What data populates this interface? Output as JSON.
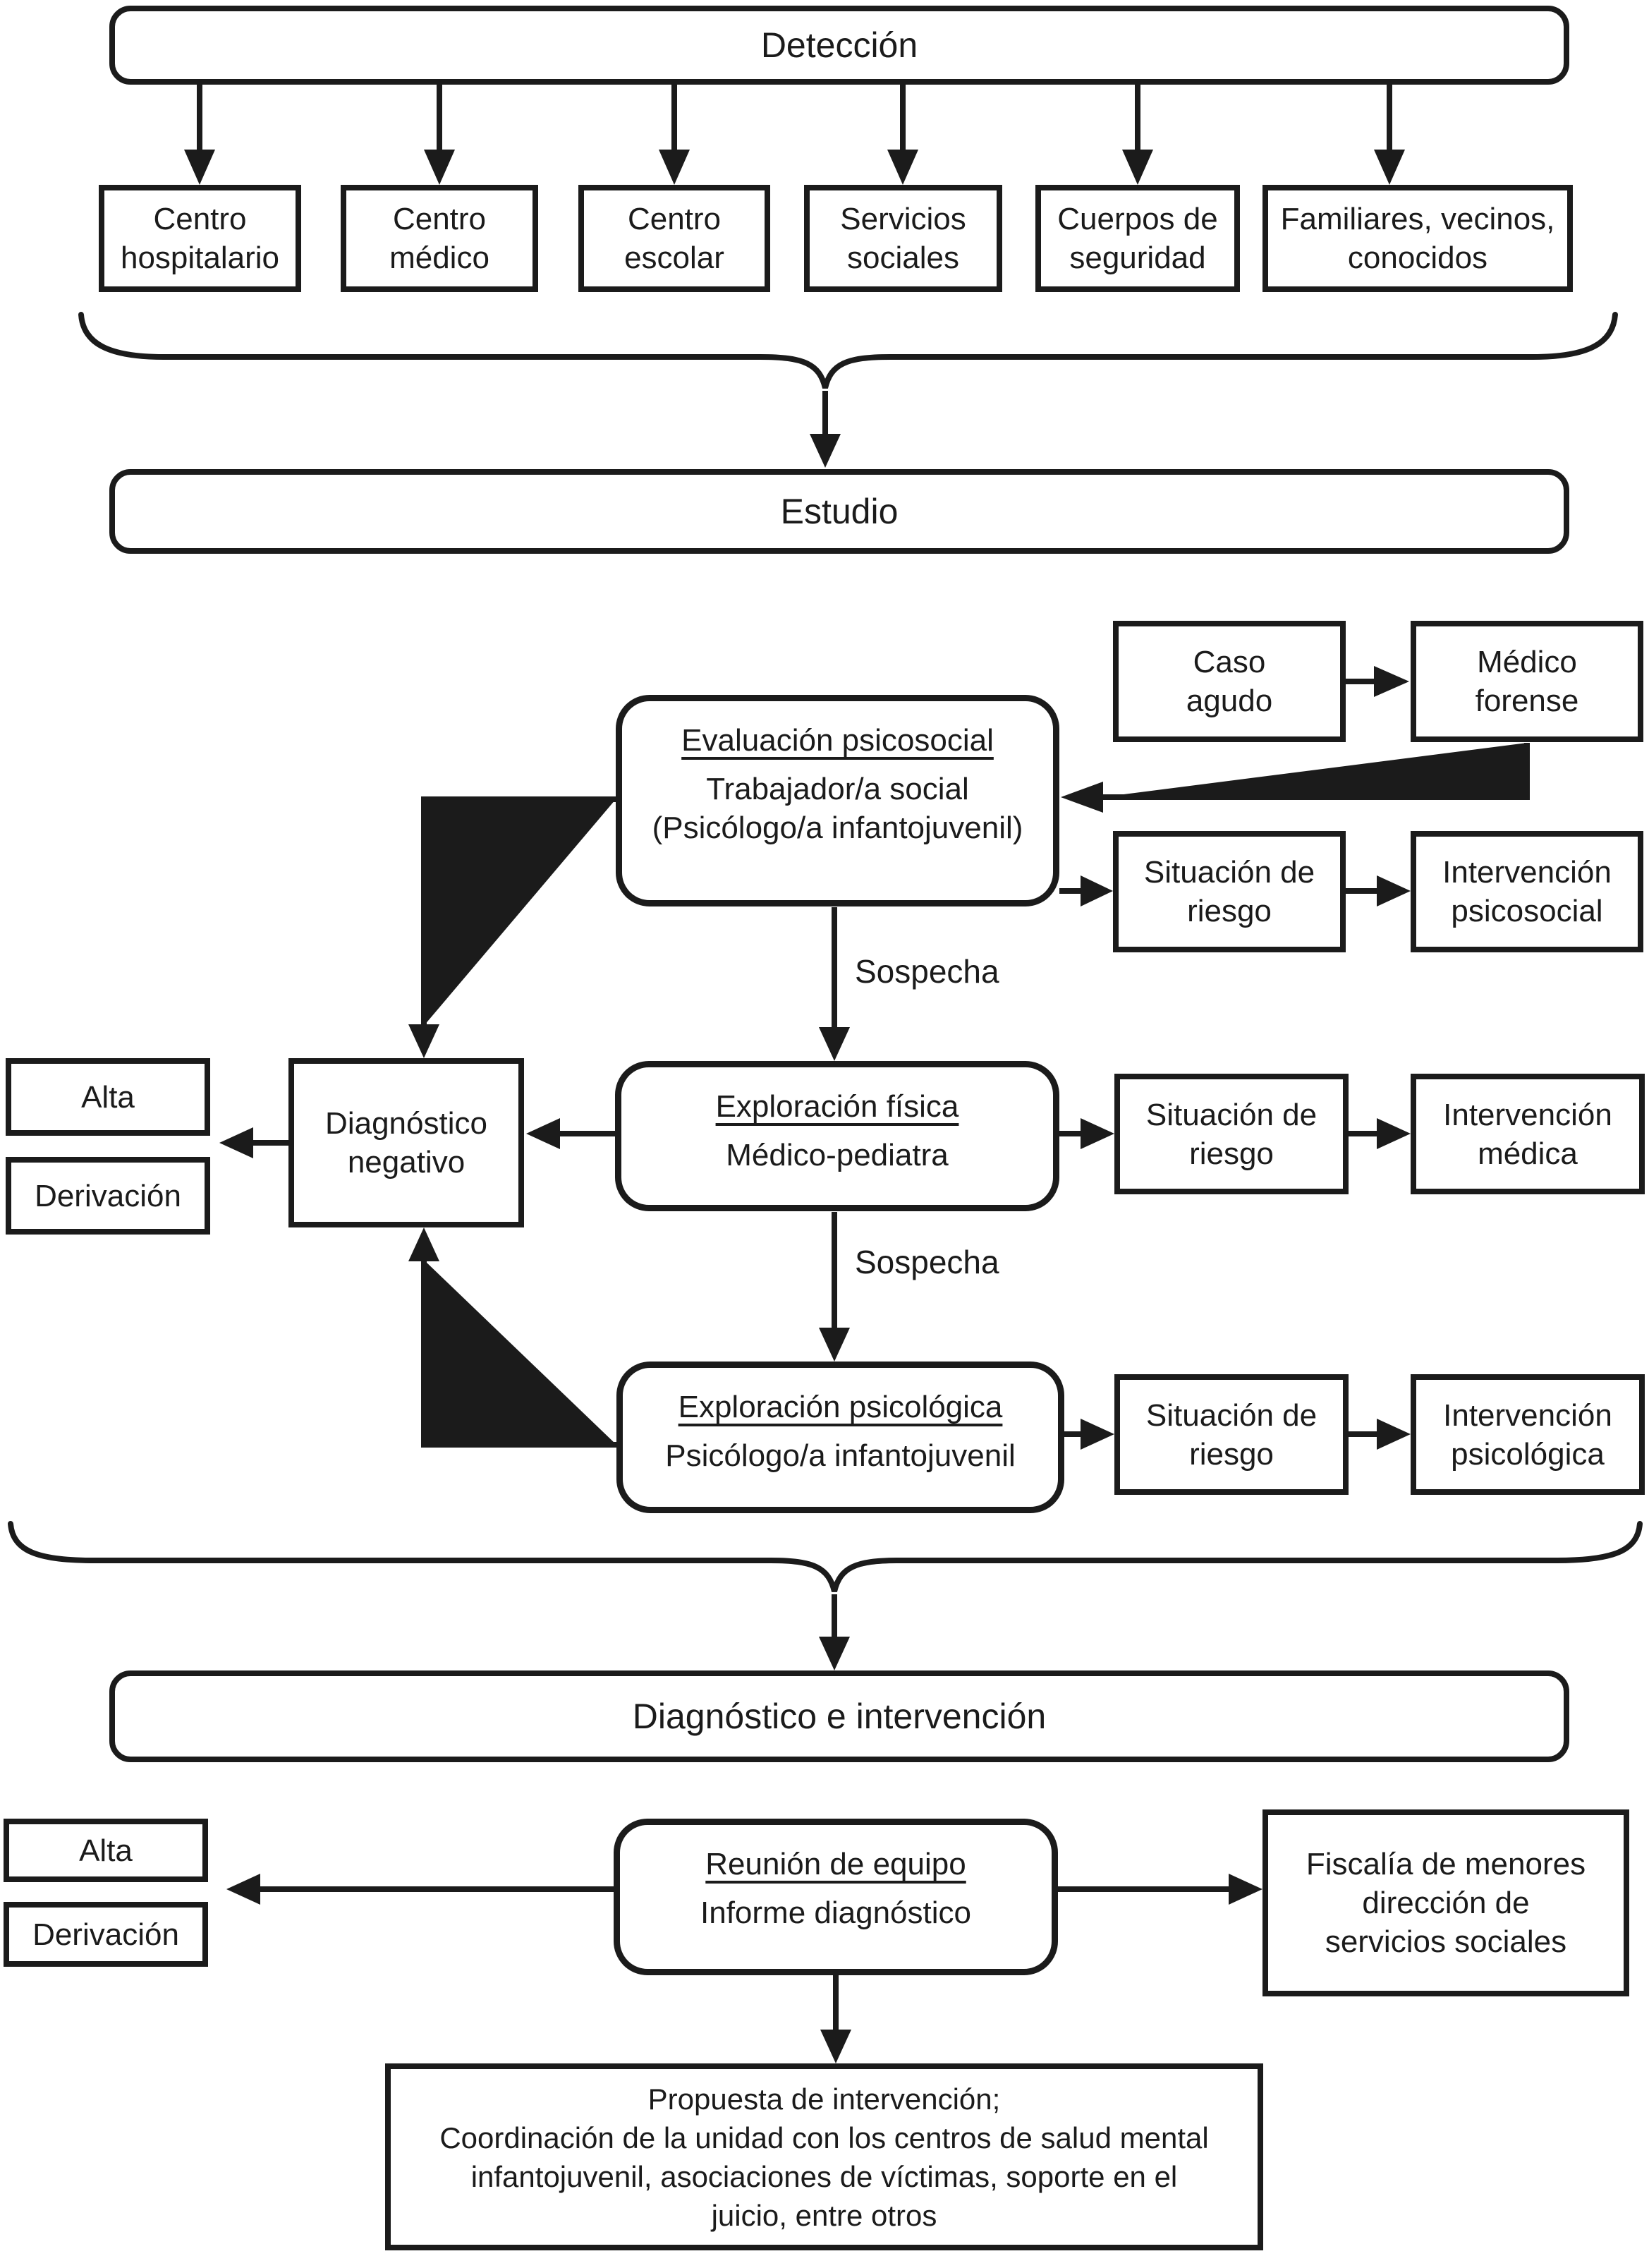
{
  "banners": {
    "deteccion": "Detección",
    "estudio": "Estudio",
    "diagnostico_intervencion": "Diagnóstico e intervención"
  },
  "detection_sources": [
    "Centro\nhospitalario",
    "Centro\nmédico",
    "Centro\nescolar",
    "Servicios\nsociales",
    "Cuerpos de\nseguridad",
    "Familiares, vecinos,\nconocidos"
  ],
  "acute": {
    "caso_agudo": "Caso\nagudo",
    "medico_forense": "Médico\nforense"
  },
  "process": {
    "evaluacion": {
      "title": "Evaluación psicosocial",
      "staff1": "Trabajador/a social",
      "staff2": "(Psicólogo/a infantojuvenil)"
    },
    "exploracion_fisica": {
      "title": "Exploración física",
      "staff1": "Médico-pediatra"
    },
    "exploracion_psicologica": {
      "title": "Exploración psicológica",
      "staff1": "Psicólogo/a infantojuvenil"
    },
    "reunion": {
      "title": "Reunión de equipo",
      "staff1": "Informe diagnóstico"
    }
  },
  "risk_rows": [
    {
      "situacion": "Situación de\nriesgo",
      "intervencion": "Intervención\npsicosocial"
    },
    {
      "situacion": "Situación de\nriesgo",
      "intervencion": "Intervención\nmédica"
    },
    {
      "situacion": "Situación de\nriesgo",
      "intervencion": "Intervención\npsicológica"
    }
  ],
  "labels": {
    "sospecha_1": "Sospecha",
    "sospecha_2": "Sospecha",
    "diagnostico_negativo": "Diagnóstico\nnegativo"
  },
  "mid_outcomes": {
    "alta": "Alta",
    "derivacion": "Derivación"
  },
  "bottom_outcomes": {
    "alta": "Alta",
    "derivacion": "Derivación"
  },
  "fiscalia": "Fiscalía de menores\ndirección de\nservicios sociales",
  "propuesta": "Propuesta de intervención;\nCoordinación de la unidad con los centros de salud mental\ninfantojuvenil, asociaciones de víctimas, soporte en el\njuicio, entre otros",
  "colors": {
    "ink": "#1b1b1b",
    "background": "#ffffff"
  }
}
